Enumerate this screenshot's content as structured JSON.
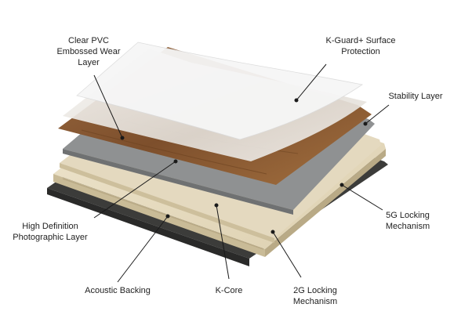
{
  "labels": {
    "clear_pvc": "Clear PVC\nEmbossed Wear\nLayer",
    "k_guard": "K-Guard+ Surface\nProtection",
    "stability": "Stability Layer",
    "five_g": "5G Locking\nMechanism",
    "high_definition": "High Definition\nPhotographic Layer",
    "acoustic": "Acoustic Backing",
    "k_core": "K-Core",
    "two_g": "2G Locking\nMechanism"
  },
  "colors": {
    "acoustic_backing": "#3c3c3a",
    "k_core": "#e7dcc2",
    "k_core_edge": "#b9aa86",
    "stability_layer": "#8f9192",
    "photographic_layer": "#8a5a34",
    "wear_layer": "#e9e6e1",
    "protection_layer": "#f4f4f4",
    "leader_line": "#1a1a1a"
  }
}
